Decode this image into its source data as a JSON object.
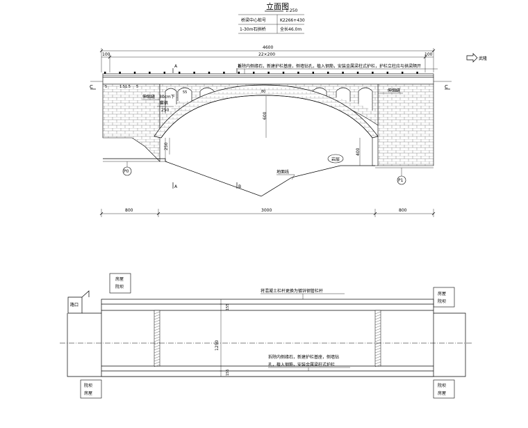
{
  "elevation": {
    "title": "立面图",
    "scale": "1:250",
    "info_table": [
      {
        "label": "桥梁中心桩号",
        "value": "K2266+430"
      },
      {
        "label": "1-30m石拱桥",
        "value": "全长46.0m"
      }
    ],
    "dim_total": "4600",
    "dim_left_end": "100",
    "dim_middle": "22×200",
    "dim_right_end": "100",
    "direction_label": "武隆",
    "note_top": "拆除内侧缘石，新建护栏基座，侧墙钻孔，植入钢筋，安装金属梁柱式护栏，护栏立柱应与拱梁隔开",
    "section_marks": {
      "a": "A",
      "b": "B",
      "c": "C"
    },
    "left_small_dims": [
      "5",
      "1.5",
      "1.5",
      "5"
    ],
    "label_expansion_left": "伸缩缝",
    "label_expansion_right": "伸缩缝",
    "label_arch_note_1": "30cm下",
    "label_arch_note_2": "套拱",
    "dim_250_a": "250",
    "dim_250_b": "250",
    "dim_55": "55",
    "dim_80": "80",
    "dim_600": "600",
    "dim_400": "400",
    "label_rock": "岩层",
    "label_ground": "地面线",
    "pier_left": "P0",
    "pier_right": "P1",
    "bottom_dims": [
      "800",
      "3000",
      "800"
    ]
  },
  "plan": {
    "house_top_left": [
      "房屋",
      "院坝"
    ],
    "house_top_right": [
      "房屋",
      "院坝"
    ],
    "house_bottom_left": [
      "院坝",
      "房屋"
    ],
    "house_bottom_right": [
      "院坝",
      "房屋"
    ],
    "road_label": "路口",
    "note_top": "将混凝土栏杆更换为镀锌钢管栏杆",
    "note_bottom_1": "拆除内侧缘石，新建护栏基座，侧墙钻",
    "note_bottom_2": "孔，植入钢筋，安装金属梁柱式护栏",
    "dim_width": "1250",
    "dim_top_side": "155",
    "dim_bottom_side": "155"
  }
}
